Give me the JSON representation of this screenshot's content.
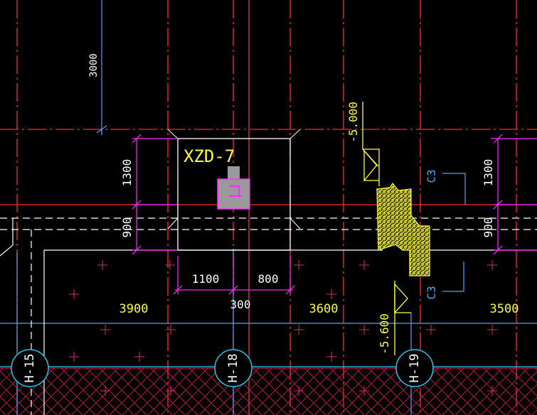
{
  "colors": {
    "background": "#000000",
    "red_axis": "#ff2a2a",
    "blue_grid": "#3fa9ff",
    "cyan": "#29c6e6",
    "magenta": "#ff2bff",
    "yellow": "#ffff3a",
    "white": "#ffffff",
    "hatch": "#b0104a",
    "gray": "#9a9a9a"
  },
  "labels": {
    "xzd": "XZD-7",
    "dim_3000": "3000",
    "dim_1300_left": "1300",
    "dim_900_left": "900",
    "dim_1300_right": "1300",
    "dim_900_right": "900",
    "dim_1100": "1100",
    "dim_800": "800",
    "dim_300": "300",
    "span_3900": "3900",
    "span_3600": "3600",
    "span_3500": "3500",
    "elev_top": "-5.000",
    "elev_bottom": "-5.600",
    "section_top": "C3",
    "section_bottom": "C3",
    "axis_h15": "H-15",
    "axis_h18": "H-18",
    "axis_h19": "H-19"
  }
}
